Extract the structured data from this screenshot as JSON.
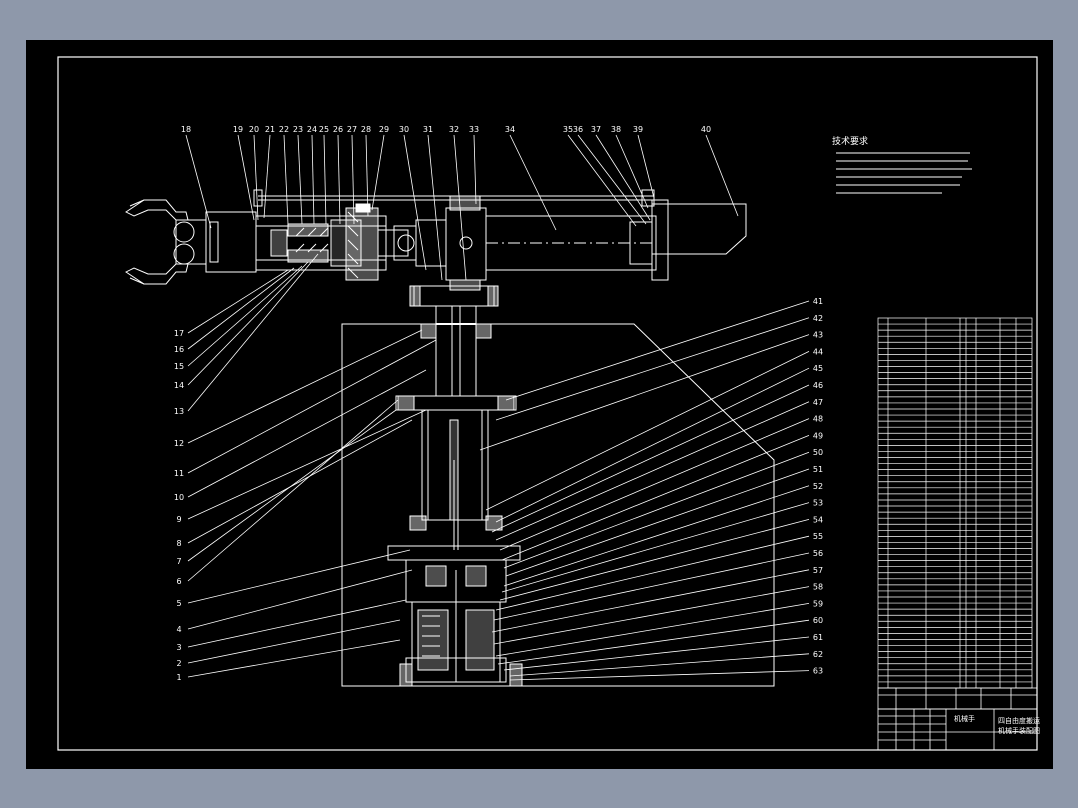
{
  "drawing": {
    "left_labels": [
      "17",
      "16",
      "15",
      "14",
      "13",
      "12",
      "11",
      "10",
      "9",
      "8",
      "7",
      "6",
      "5",
      "4",
      "3",
      "2",
      "1"
    ],
    "top_labels": [
      "18",
      "19",
      "20",
      "21",
      "22",
      "23",
      "24",
      "25",
      "26",
      "27",
      "28",
      "29",
      "30",
      "31",
      "32",
      "33",
      "34",
      "35",
      "36",
      "37",
      "38",
      "39",
      "40"
    ],
    "right_labels": [
      "41",
      "42",
      "43",
      "44",
      "45",
      "46",
      "47",
      "48",
      "49",
      "50",
      "51",
      "52",
      "53",
      "54",
      "55",
      "56",
      "57",
      "58",
      "59",
      "60",
      "61",
      "62",
      "63"
    ],
    "notes_title": "技术要求",
    "title_block": {
      "drawing_title": "机械手",
      "assembly_name_1": "四自由度搬运",
      "assembly_name_2": "机械手装配图"
    }
  },
  "colors": {
    "background": "#000000",
    "line": "#ffffff",
    "frame_bg": "#8e98aa"
  }
}
